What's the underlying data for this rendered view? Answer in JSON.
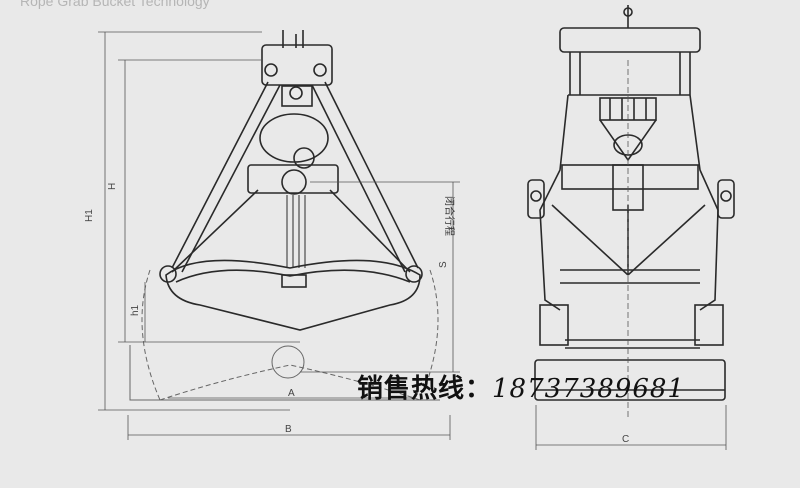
{
  "header": {
    "text": "Rope Grab Bucket Technology"
  },
  "dimensions": {
    "h1_label": "H1",
    "h_label": "H",
    "small_h_label": "h1",
    "a_label": "A",
    "b_label": "B",
    "c_label": "C",
    "s_label": "S",
    "stroke_label": "闭合行程"
  },
  "contact": {
    "label": "销售热线：",
    "phone": "18737389681"
  },
  "colors": {
    "background": "#e9e9e9",
    "line": "#2a2a2a",
    "thin": "#555555"
  }
}
